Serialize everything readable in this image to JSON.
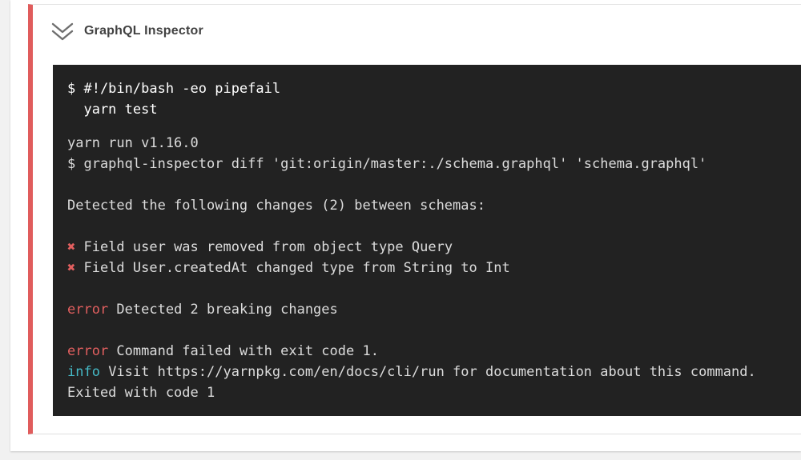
{
  "colors": {
    "page_bg": "#f1f1f1",
    "accent": "#e05c5c",
    "term_bg": "#222222",
    "term_fg": "#dcdcdc",
    "term_red": "#e25f5f",
    "term_cyan": "#45b9c6"
  },
  "step": {
    "title": "GraphQL Inspector",
    "icon": "chevrons-down"
  },
  "terminal": {
    "command_lines": "$ #!/bin/bash -eo pipefail\n  yarn test",
    "output_lines": [
      {
        "segments": [
          {
            "text": "yarn run v1.16.0",
            "style": "plain"
          }
        ]
      },
      {
        "segments": [
          {
            "text": "$ graphql-inspector diff 'git:origin/master:./schema.graphql' 'schema.graphql'",
            "style": "plain"
          }
        ]
      },
      {
        "segments": [
          {
            "text": "",
            "style": "plain"
          }
        ]
      },
      {
        "segments": [
          {
            "text": "Detected the following changes (2) between schemas:",
            "style": "plain"
          }
        ]
      },
      {
        "segments": [
          {
            "text": "",
            "style": "plain"
          }
        ]
      },
      {
        "segments": [
          {
            "text": "✖",
            "style": "error"
          },
          {
            "text": " Field user was removed from object type Query",
            "style": "plain"
          }
        ]
      },
      {
        "segments": [
          {
            "text": "✖",
            "style": "error"
          },
          {
            "text": " Field User.createdAt changed type from String to Int",
            "style": "plain"
          }
        ]
      },
      {
        "segments": [
          {
            "text": "",
            "style": "plain"
          }
        ]
      },
      {
        "segments": [
          {
            "text": "error",
            "style": "error"
          },
          {
            "text": " Detected 2 breaking changes",
            "style": "plain"
          }
        ]
      },
      {
        "segments": [
          {
            "text": "",
            "style": "plain"
          }
        ]
      },
      {
        "segments": [
          {
            "text": "error",
            "style": "error"
          },
          {
            "text": " Command failed with exit code 1.",
            "style": "plain"
          }
        ]
      },
      {
        "segments": [
          {
            "text": "info",
            "style": "info"
          },
          {
            "text": " Visit https://yarnpkg.com/en/docs/cli/run for documentation about this command.",
            "style": "plain"
          }
        ]
      },
      {
        "segments": [
          {
            "text": "Exited with code 1",
            "style": "plain"
          }
        ]
      }
    ]
  }
}
